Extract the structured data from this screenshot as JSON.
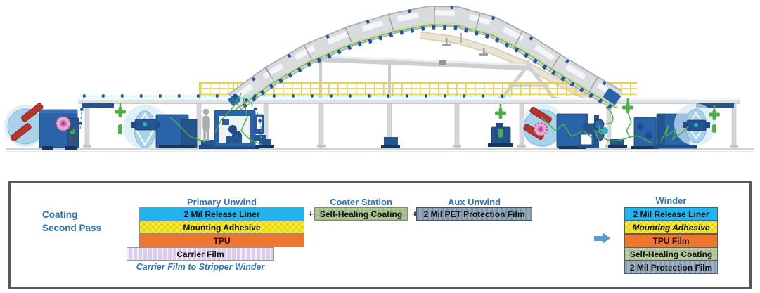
{
  "panel": {
    "pass_label": [
      "Coating",
      "Second Pass"
    ],
    "plus": "+",
    "primary_unwind": {
      "title": "Primary Unwind",
      "layers": [
        "2 Mil Release Liner",
        "Mounting Adhesive",
        "TPU"
      ],
      "carrier_layer": "Carrier Film",
      "caption": "Carrier Film to Stripper Winder"
    },
    "coater_station": {
      "title": "Coater Station",
      "layer": "Self-Healing Coating"
    },
    "aux_unwind": {
      "title": "Aux Unwind",
      "layer": "2 Mil PET Protection Film"
    },
    "winder": {
      "title": "Winder",
      "layers": [
        "2 Mil Release Liner",
        "Mounting Adhesive",
        "TPU Film",
        "Self-Healing Coating",
        "2 Mil Protection Film"
      ]
    },
    "colors": {
      "header_blue": "#2E74B6",
      "release_liner_cyan": "#1FB4EE",
      "adhesive_yellow": "#FBF12F",
      "tpu_orange": "#F0762E",
      "carrier_lavender": "#DBCDEA",
      "coating_green": "#B2C897",
      "protection_gray": "#92AABE",
      "arrow_blue": "#5B9BD5"
    }
  }
}
